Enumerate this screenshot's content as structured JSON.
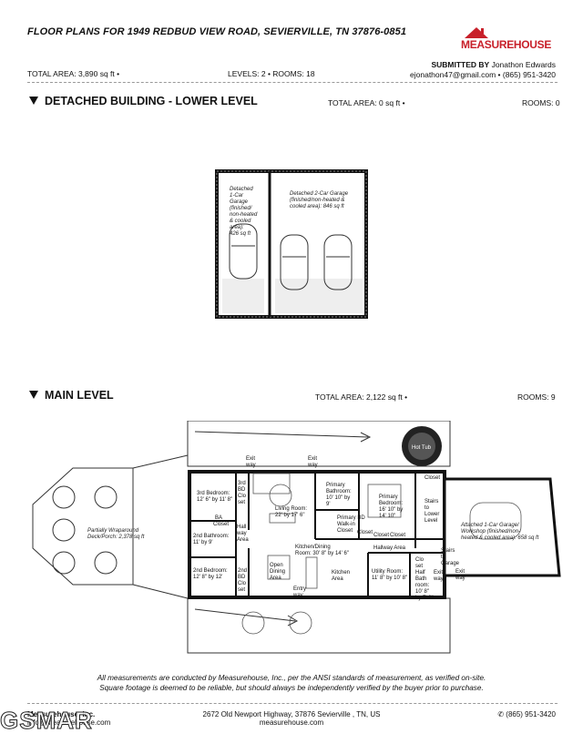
{
  "header": {
    "title": "FLOOR PLANS FOR 1949 REDBUD VIEW ROAD, SEVIERVILLE, TN 37876-0851",
    "logo_text": "Measurehouse",
    "total_area": "TOTAL AREA: 3,890 sq ft •",
    "levels_rooms": "LEVELS: 2 • ROOMS: 18",
    "submitted_by_label": "SUBMITTED BY",
    "submitted_by_name": "Jonathon Edwards",
    "contact": "ejonathon47@gmail.com • (865) 951-3420"
  },
  "sections": {
    "detached": {
      "title": "DETACHED BUILDING - LOWER LEVEL",
      "total_area": "TOTAL AREA: 0 sq ft •",
      "rooms": "ROOMS: 0"
    },
    "main": {
      "title": "MAIN LEVEL",
      "total_area": "TOTAL AREA: 2,122 sq ft •",
      "rooms": "ROOMS: 9"
    }
  },
  "detached_plan": {
    "garage1": [
      "Detached",
      "1-Car",
      "Garage",
      "(finished/",
      "non-heated",
      "& cooled",
      "area):",
      "426 sq ft"
    ],
    "garage2": [
      "Detached 2-Car Garage",
      "(finished/non-heated &",
      "cooled area): 846 sq ft"
    ]
  },
  "main_plan": {
    "deck": [
      "Partially Wraparound",
      "Deck/Porch: 2,378 sq ft"
    ],
    "hot_tub": "Hot Tub",
    "living": [
      "Living Room:",
      "22' by 17' 6\""
    ],
    "bedroom3": [
      "3rd Bedroom:",
      "12' 6\" by 11' 8\""
    ],
    "bedroom3_closet": [
      "3rd",
      "BD",
      "Clo",
      "set"
    ],
    "ba_closet": [
      "BA",
      "Closet"
    ],
    "hall_way_area": [
      "Hall",
      "way",
      "Area"
    ],
    "bathroom2": [
      "2nd Bathroom:",
      "11' by 9'"
    ],
    "bedroom2": [
      "2nd Bedroom:",
      "12' 8\" by 12'"
    ],
    "bedroom2_closet": [
      "2nd",
      "BD",
      "Clo",
      "set"
    ],
    "primary_bath": [
      "Primary",
      "Bathroom:",
      "10' 10\" by",
      "9'"
    ],
    "primary_closet": [
      "Primary BD",
      "Walk-in",
      "Closet"
    ],
    "primary_bed": [
      "Primary",
      "Bedroom:",
      "16' 10\" by",
      "14' 10\""
    ],
    "closet": "Closet",
    "stairs": [
      "Stairs",
      "to",
      "Lower",
      "Level"
    ],
    "kitchen_dining": [
      "Kitchen/Dining",
      "Room: 30' 8\" by 14' 6\""
    ],
    "open_dining": [
      "Open",
      "Dining",
      "Area"
    ],
    "kitchen_area": [
      "Kitchen",
      "Area"
    ],
    "hallway_area": "Hallway Area",
    "closet_small": [
      "Closet",
      "Closet",
      "Closet"
    ],
    "utility": [
      "Utility Room:",
      "11' 8\" by 10' 8\""
    ],
    "clo_set": [
      "Clo",
      "set"
    ],
    "half_bath": [
      "Half",
      "Bath",
      "room:",
      "10' 8\"",
      "by 7' 6\""
    ],
    "stairs_garage": [
      "Stairs",
      "to",
      "Garage"
    ],
    "attached_garage": [
      "Attached 1-Car Garage/",
      "Workshop (finished/non-",
      "heated & cooled area): 658 sq ft"
    ],
    "exit": "Exit",
    "way": "way",
    "entry": "Entry",
    "entry_way": "way"
  },
  "disclaimer": [
    "All measurements are conducted by Measurehouse, Inc., per the ANSI standards of measurement, as verified on-site.",
    "Square footage is deemed to be reliable, but should always be independently verified by the buyer prior to purchase."
  ],
  "footer": {
    "company": "Measurehouse, Inc.",
    "email": "info@measurehouse.com",
    "address": "2672 Old Newport Highway, 37876 Sevierville , TN, US",
    "website": "measurehouse.com",
    "phone": "(865) 951-3420",
    "watermark": "GSMAR"
  }
}
